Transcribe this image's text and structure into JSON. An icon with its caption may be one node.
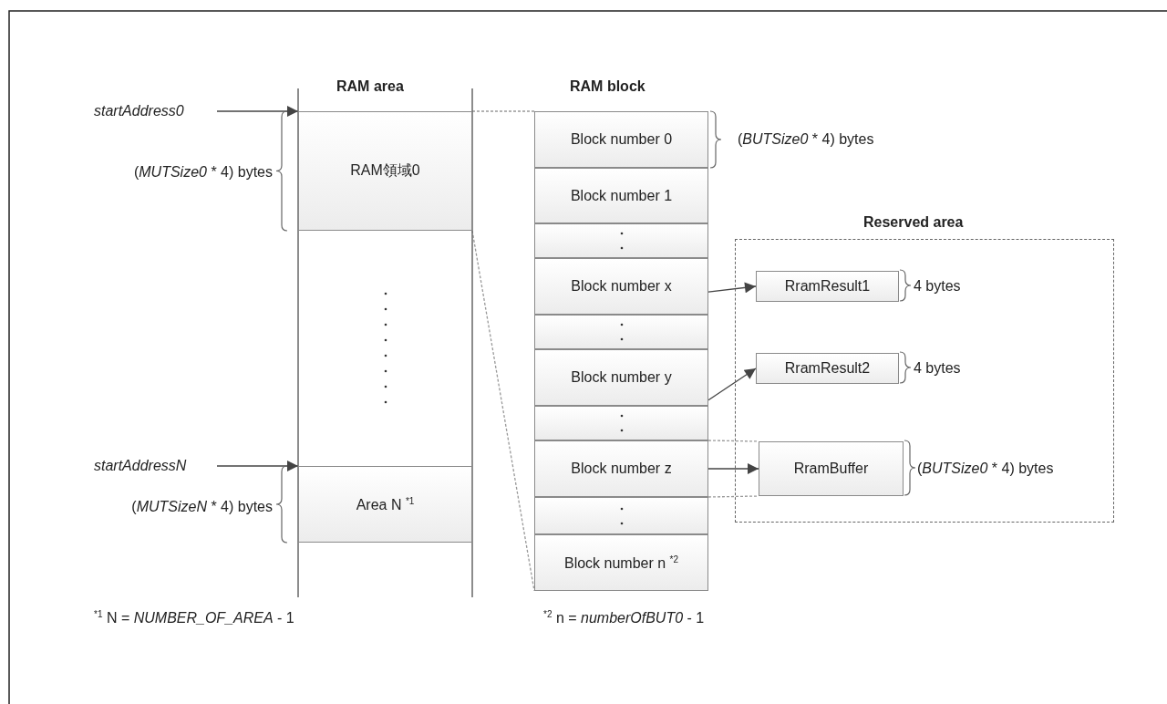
{
  "diagram": {
    "nodes": [
      {
        "text": [
          "startAddress0"
        ]
      },
      {
        "text": [
          "RAM領域0"
        ],
        "beside": [
          "(*MUTSize0* * 4) bytes"
        ]
      },
      {
        "text": [
          "startAddressN"
        ]
      },
      {
        "text": [
          "Area N $^{*1}$"
        ],
        "beside": [
          "(*MUTSizeN* * 4) bytes"
        ]
      },
      {
        "text": [
          "Block number 0"
        ],
        "beside": [
          "(*BUTSize0* * 4) bytes"
        ]
      },
      {
        "text": [
          "Block number 1"
        ]
      },
      {
        "text": [],
        "shape": "box"
      },
      {
        "text": [
          "Block number x"
        ]
      },
      {
        "text": [],
        "shape": "box"
      },
      {
        "text": [
          "Block number y"
        ]
      },
      {
        "text": [],
        "shape": "box"
      },
      {
        "text": [
          "Block number z"
        ]
      },
      {
        "text": [],
        "shape": "box"
      },
      {
        "text": [
          "Block number n $^{*2}$"
        ]
      },
      {
        "text": [
          "Reserved area"
        ]
      },
      {
        "text": [
          "RramResult1"
        ],
        "in": 14,
        "beside": [
          "4 bytes"
        ]
      },
      {
        "text": [
          "RramResult2"
        ],
        "in": 14,
        "beside": [
          "4 bytes"
        ]
      },
      {
        "text": [
          "RramBuffer"
        ],
        "in": 14,
        "beside": [
          "(*BUTSize0* * 4) bytes"
        ]
      }
    ],
    "edges": [
      {
        "from": 0,
        "to": 1,
        "arrow": "to"
      },
      {
        "from": 2,
        "to": 3,
        "arrow": "to"
      },
      {
        "from": 1,
        "to": 4,
        "arrow": "none",
        "style": "dashed"
      },
      {
        "from": 1,
        "to": 13,
        "arrow": "none",
        "style": "dashed"
      },
      {
        "from": 7,
        "to": 15,
        "arrow": "to"
      },
      {
        "from": 9,
        "to": 16,
        "arrow": "to"
      },
      {
        "from": 11,
        "to": 17,
        "arrow": "to"
      },
      {
        "from": 11,
        "to": 17,
        "arrow": "none",
        "style": "dashed"
      },
      {
        "from": 11,
        "to": 17,
        "arrow": "none",
        "style": "dashed"
      }
    ],
    "labels": [
      "RAM area",
      "RAM block",
      "$^{*1}$ N = *NUMBER_OF_AREA* - 1",
      "$^{*2}$ n = *numberOfBUT0* - 1"
    ]
  }
}
